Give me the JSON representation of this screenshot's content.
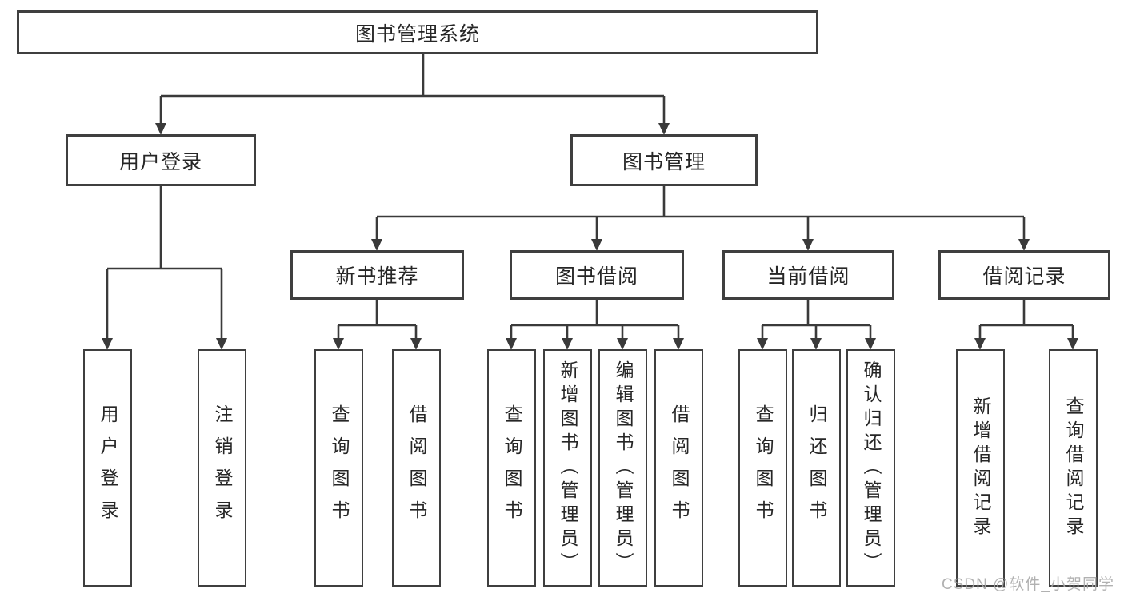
{
  "tree": {
    "root": {
      "label": "图书管理系统",
      "children": [
        {
          "label": "用户登录",
          "children": [
            {
              "label": "用户登录"
            },
            {
              "label": "注销登录"
            }
          ]
        },
        {
          "label": "图书管理",
          "children": [
            {
              "label": "新书推荐",
              "children": [
                {
                  "label": "查询图书"
                },
                {
                  "label": "借阅图书"
                }
              ]
            },
            {
              "label": "图书借阅",
              "children": [
                {
                  "label": "查询图书"
                },
                {
                  "label": "新增图书（管理员）"
                },
                {
                  "label": "编辑图书（管理员）"
                },
                {
                  "label": "借阅图书"
                }
              ]
            },
            {
              "label": "当前借阅",
              "children": [
                {
                  "label": "查询图书"
                },
                {
                  "label": "归还图书"
                },
                {
                  "label": "确认归还（管理员）"
                }
              ]
            },
            {
              "label": "借阅记录",
              "children": [
                {
                  "label": "新增借阅记录"
                },
                {
                  "label": "查询借阅记录"
                }
              ]
            }
          ]
        }
      ]
    }
  },
  "watermark": {
    "text": "CSDN @软件_小贺同学"
  },
  "colors": {
    "line": "#3a3a3a",
    "box_border": "#3f3f3f",
    "text": "#262626",
    "watermark_text": "#a9a9a9",
    "background": "#ffffff"
  }
}
